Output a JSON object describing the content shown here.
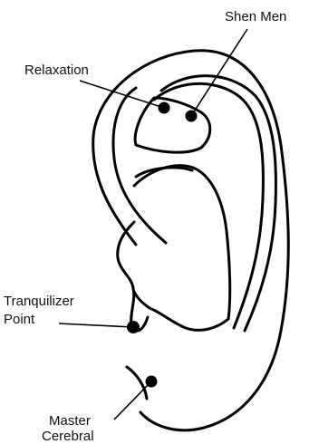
{
  "labels": {
    "shen_men": "Shen Men",
    "relaxation": "Relaxation",
    "tranquilizer_line1": "Tranquilizer",
    "tranquilizer_line2": "Point",
    "master_line1": "Master",
    "master_line2": "Cerebral"
  },
  "colors": {
    "ink": "#000000",
    "background": "#ffffff"
  }
}
